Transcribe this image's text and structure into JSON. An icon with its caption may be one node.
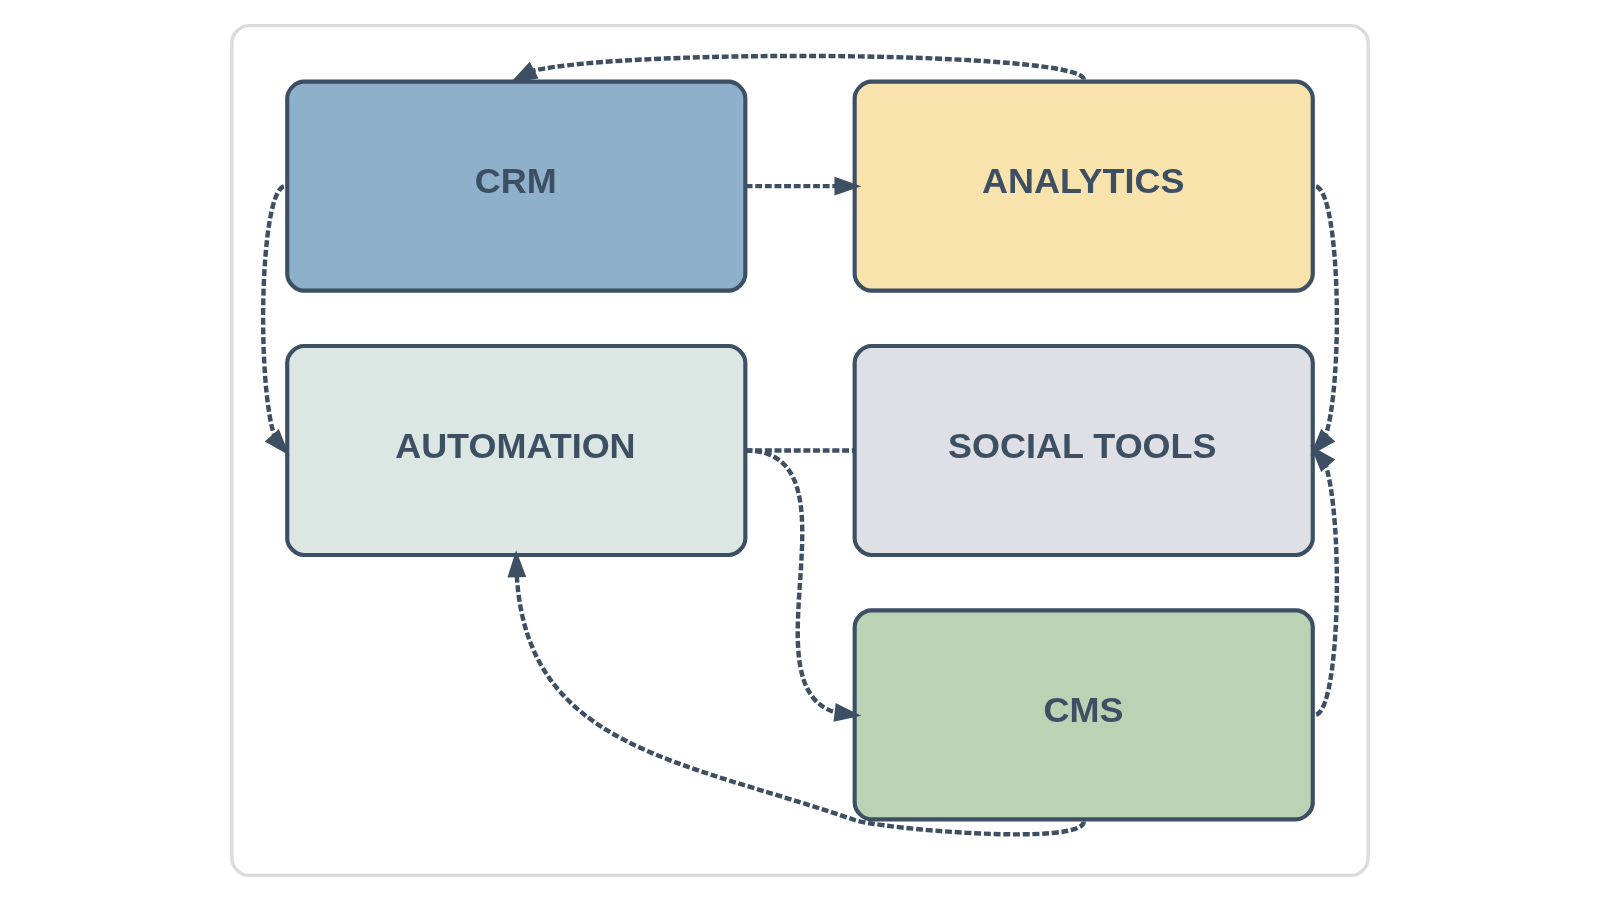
{
  "diagram": {
    "nodes": [
      {
        "text": [],
        "shape": "box"
      },
      {
        "text": [
          "CRM"
        ],
        "in": 0
      },
      {
        "text": [
          "ANALYTICS"
        ],
        "in": 0
      },
      {
        "text": [
          "SOCIAL TOOLS"
        ],
        "in": 0
      },
      {
        "text": [
          "AUTOMATION"
        ],
        "in": 0
      },
      {
        "text": [
          "CMS"
        ],
        "in": 0
      }
    ],
    "edges": [
      {
        "from": 2,
        "to": 1,
        "arrow": "to",
        "style": "dashed"
      },
      {
        "from": 1,
        "to": 2,
        "arrow": "to",
        "style": "dashed"
      },
      {
        "from": 2,
        "to": 3,
        "arrow": "to",
        "style": "dashed"
      },
      {
        "from": 5,
        "to": 3,
        "arrow": "to",
        "style": "dashed"
      },
      {
        "from": 1,
        "to": 4,
        "arrow": "to",
        "style": "dashed"
      },
      {
        "from": 4,
        "to": 3,
        "arrow": "none",
        "style": "dashed"
      },
      {
        "from": 4,
        "to": 5,
        "arrow": "to",
        "style": "dashed"
      },
      {
        "from": 5,
        "to": 4,
        "arrow": "to",
        "style": "dashed"
      }
    ]
  }
}
